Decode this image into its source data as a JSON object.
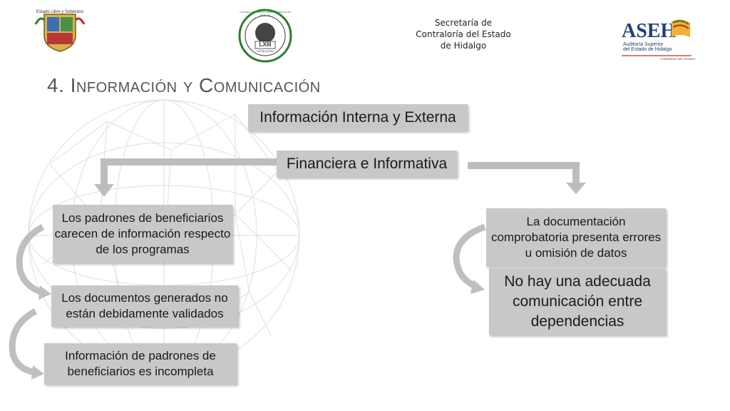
{
  "header": {
    "left_logo_caption": "Estado Libre y Soberano de Hidalgo",
    "center_seal_text": "CONGRESO DEL ESTADO LIBRE Y SOBERANO DE HIDALGO",
    "center_seal_numeral": "LXIII",
    "center_seal_sub": "LEGISLATURA",
    "secretaria_line1": "Secretaría de",
    "secretaria_line2": "Contraloría del Estado",
    "secretaria_line3": "de Hidalgo",
    "asehi_logo": "ASEH",
    "asehi_sub1": "Auditoría Superior",
    "asehi_sub2": "del Estado de Hidalgo",
    "asehi_sub3": "CONGRESO DEL ESTADO"
  },
  "title": "4. Información y Comunicación",
  "diagram": {
    "root": "Información Interna y Externa",
    "second": "Financiera e Informativa",
    "left": [
      "Los padrones de beneficiarios carecen de información respecto de los programas",
      "Los documentos generados no están debidamente validados",
      "Información de padrones de beneficiarios es incompleta"
    ],
    "right": [
      "La documentación comprobatoria presenta errores u omisión de datos",
      "No hay una adecuada comunicación entre dependencias"
    ]
  },
  "colors": {
    "box_fill": "#c8c8c8",
    "arrow_fill": "#bdbdbd",
    "title_color": "#555555",
    "globe_line": "#b9b9d6"
  }
}
